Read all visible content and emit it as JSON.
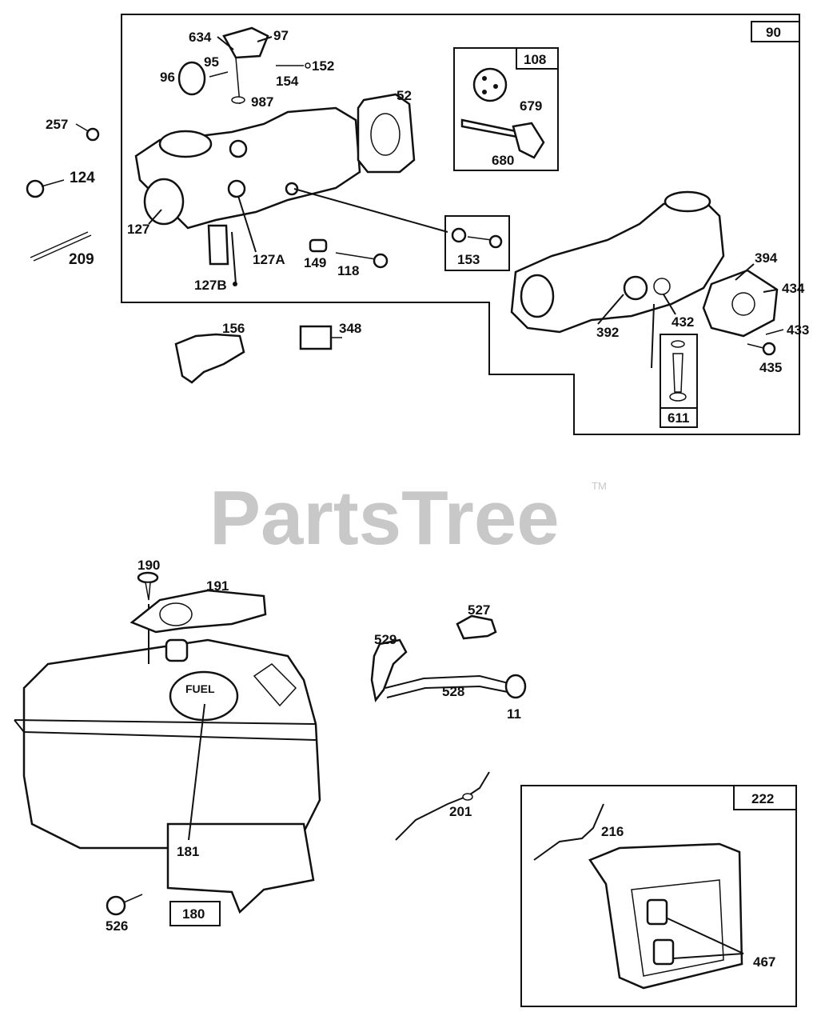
{
  "watermark": {
    "brand": "PartsTree",
    "trademark": "TM"
  },
  "box_labels": {
    "carburetor_group": "90",
    "choke_kit": "108",
    "fuel_pump_parts": "611",
    "fuel_tank": "180",
    "governor_group": "222"
  },
  "part_labels": {
    "p634": "634",
    "p97": "97",
    "p95": "95",
    "p96": "96",
    "p152": "152",
    "p154": "154",
    "p987": "987",
    "p52": "52",
    "p257": "257",
    "p124": "124",
    "p209": "209",
    "p127": "127",
    "p127A": "127A",
    "p127B": "127B",
    "p149": "149",
    "p118": "118",
    "p153": "153",
    "p679": "679",
    "p680": "680",
    "p394": "394",
    "p434": "434",
    "p433": "433",
    "p435": "435",
    "p392": "392",
    "p432": "432",
    "p156": "156",
    "p348": "348",
    "p190": "190",
    "p191": "191",
    "p527": "527",
    "p529": "529",
    "p528": "528",
    "p11": "11",
    "p181": "181",
    "p201": "201",
    "p526": "526",
    "p216": "216",
    "p467": "467"
  },
  "fuel_cap_text": "FUEL"
}
